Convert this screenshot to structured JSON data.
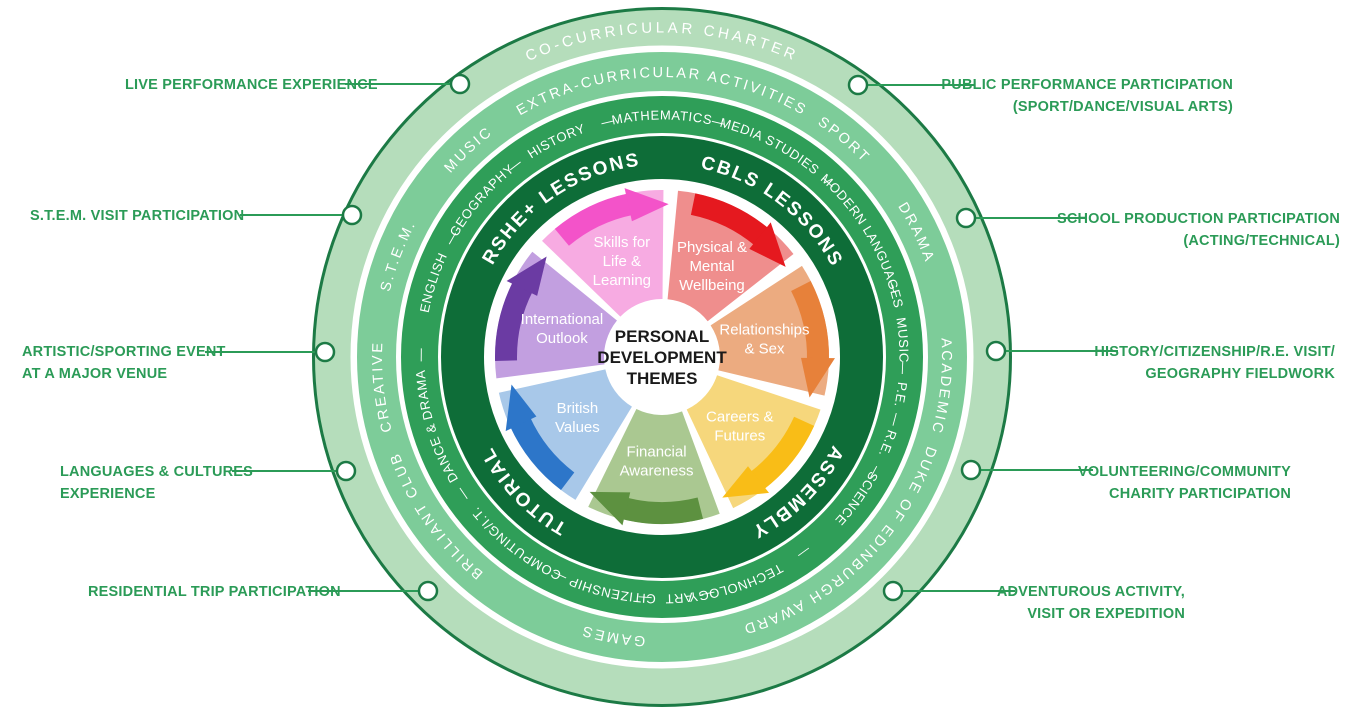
{
  "center": {
    "lines": [
      "PERSONAL",
      "DEVELOPMENT",
      "THEMES"
    ]
  },
  "wheel": {
    "segments": [
      {
        "label_lines": [
          "Physical &",
          "Mental",
          "Wellbeing"
        ],
        "fill": "#ef8e8d",
        "arrow": "#e5191f"
      },
      {
        "label_lines": [
          "Relationships",
          "& Sex"
        ],
        "fill": "#ecab80",
        "arrow": "#e7813a"
      },
      {
        "label_lines": [
          "Careers &",
          "Futures"
        ],
        "fill": "#f6d77c",
        "arrow": "#f9bd17"
      },
      {
        "label_lines": [
          "Financial",
          "Awareness"
        ],
        "fill": "#aac891",
        "arrow": "#5d9140"
      },
      {
        "label_lines": [
          "British",
          "Values"
        ],
        "fill": "#a8c8e9",
        "arrow": "#2d76c9"
      },
      {
        "label_lines": [
          "International",
          "Outlook"
        ],
        "fill": "#c29fe0",
        "arrow": "#6b3ba3"
      },
      {
        "label_lines": [
          "Skills for",
          "Life &",
          "Learning"
        ],
        "fill": "#f7abe2",
        "arrow": "#f353c9"
      }
    ]
  },
  "rings": {
    "co_curricular": {
      "color": "#b5ddbb",
      "border": "#1c7a45",
      "items": [
        {
          "label": "CO-CURRICULAR CHARTER",
          "angle": 0
        }
      ]
    },
    "extra_curricular": {
      "color": "#7dcc99",
      "items": [
        {
          "label": "EXTRA-CURRICULAR ACTIVITIES",
          "angle": 0
        },
        {
          "label": "SPORT",
          "angle": 40
        },
        {
          "label": "DRAMA",
          "angle": 64
        },
        {
          "label": "ACADEMIC",
          "angle": 96
        },
        {
          "label": "DUKE OF EDINBURGH AWARD",
          "angle": 136
        },
        {
          "label": "GAMES",
          "angle": 190
        },
        {
          "label": "BRILLIANT CLUB",
          "angle": 235
        },
        {
          "label": "CREATIVE",
          "angle": 264
        },
        {
          "label": "S.T.E.M.",
          "angle": 291
        },
        {
          "label": "MUSIC",
          "angle": 317
        }
      ]
    },
    "subjects": {
      "color": "#2f9e58",
      "separator": "—",
      "items": [
        {
          "label": "MATHEMATICS",
          "angle": 0
        },
        {
          "label": "MEDIA STUDIES",
          "angle": 27
        },
        {
          "label": "MODERN LANGUAGES",
          "angle": 60
        },
        {
          "label": "MUSIC",
          "angle": 86
        },
        {
          "label": "P.E.",
          "angle": 99
        },
        {
          "label": "R.E.",
          "angle": 111
        },
        {
          "label": "SCIENCE",
          "angle": 126
        },
        {
          "label": "TECHNOLOGY",
          "angle": 162
        },
        {
          "label": "ART",
          "angle": 176
        },
        {
          "label": "CITIZENSHIP",
          "angle": 192
        },
        {
          "label": "COMPUTING/I.T.",
          "angle": 218
        },
        {
          "label": "DANCE & DRAMA",
          "angle": 253
        },
        {
          "label": "ENGLISH",
          "angle": 288
        },
        {
          "label": "GEOGRAPHY",
          "angle": 311
        },
        {
          "label": "HISTORY",
          "angle": 334
        }
      ]
    },
    "lessons": {
      "color": "#0e6d38",
      "items": [
        {
          "label": "RSHE+ LESSONS",
          "angle": 326
        },
        {
          "label": "CBLS LESSONS",
          "angle": 37
        },
        {
          "label": "ASSEMBLY",
          "angle": 135
        },
        {
          "label": "TUTORIAL",
          "angle": 226
        }
      ]
    }
  },
  "callouts": {
    "accent_color": "#2b9b57",
    "left": [
      {
        "line1": "LIVE PERFORMANCE EXPERIENCE",
        "line2": ""
      },
      {
        "line1": "S.T.E.M. VISIT PARTICIPATION",
        "line2": ""
      },
      {
        "line1": "ARTISTIC/SPORTING EVENT",
        "line2": "AT A MAJOR VENUE"
      },
      {
        "line1": "LANGUAGES & CULTURES",
        "line2": "EXPERIENCE"
      },
      {
        "line1": "RESIDENTIAL TRIP PARTICIPATION",
        "line2": ""
      }
    ],
    "right": [
      {
        "line1": "PUBLIC PERFORMANCE PARTICIPATION",
        "line2": "(SPORT/DANCE/VISUAL ARTS)"
      },
      {
        "line1": "SCHOOL PRODUCTION PARTICIPATION",
        "line2": "(ACTING/TECHNICAL)"
      },
      {
        "line1": "HISTORY/CITIZENSHIP/R.E. VISIT/",
        "line2": "GEOGRAPHY FIELDWORK"
      },
      {
        "line1": "VOLUNTEERING/COMMUNITY",
        "line2": "CHARITY PARTICIPATION"
      },
      {
        "line1": "ADVENTUROUS ACTIVITY,",
        "line2": "VISIT OR EXPEDITION"
      }
    ]
  }
}
